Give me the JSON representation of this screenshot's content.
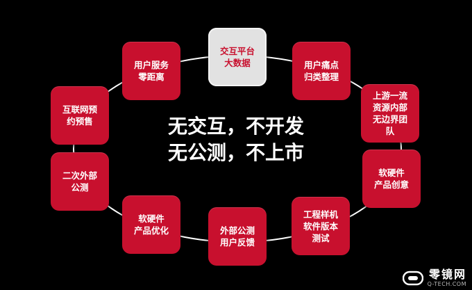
{
  "center": {
    "line1": "无交互，不开发",
    "line2": "无公测，不上市"
  },
  "nodes": [
    {
      "label": "交互平台\n大数据",
      "highlight": true
    },
    {
      "label": "用户痛点\n归类整理",
      "highlight": false
    },
    {
      "label": "上游一流\n资源内部\n无边界团\n队",
      "highlight": false
    },
    {
      "label": "软硬件\n产品创意",
      "highlight": false
    },
    {
      "label": "工程样机\n软件版本\n测试",
      "highlight": false
    },
    {
      "label": "外部公测\n用户反馈",
      "highlight": false
    },
    {
      "label": "软硬件\n产品优化",
      "highlight": false
    },
    {
      "label": "二次外部\n公测",
      "highlight": false
    },
    {
      "label": "互联网预\n约预售",
      "highlight": false
    },
    {
      "label": "用户服务\n零距离",
      "highlight": false
    }
  ],
  "logo": {
    "name": "零镜网",
    "domain": "Q-TECH.COM"
  },
  "colors": {
    "node": "#c8102e",
    "highlight_node": "#e2e2e2",
    "connector": "#ffffff",
    "background": "#000000"
  }
}
